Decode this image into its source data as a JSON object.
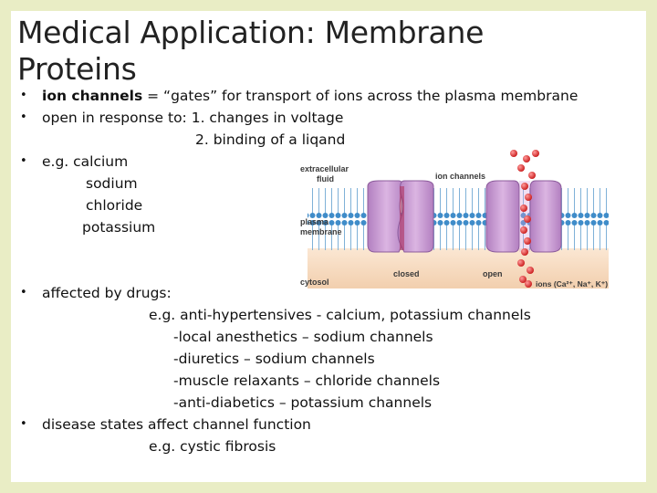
{
  "title": "Medical Application: Membrane Proteins",
  "bullet_char": "•",
  "bullets": {
    "b1_bold": "ion channels",
    "b1_rest": " = “gates” for transport of ions across the plasma membrane",
    "b2": "open in response to: 1. changes in voltage",
    "b2_cont": "2. binding of a liqand",
    "b3": "e.g.   calcium",
    "b3_l2": "sodium",
    "b3_l3": "chloride",
    "b3_l4": "potassium",
    "b4": "affected by drugs:",
    "b4_l1": "e.g. anti-hypertensives - calcium, potassium channels",
    "b4_l2": "-local anesthetics – sodium channels",
    "b4_l3": "-diuretics – sodium channels",
    "b4_l4": "-muscle relaxants – chloride channels",
    "b4_l5": "-anti-diabetics – potassium channels",
    "b5": "disease states affect channel function",
    "b5_l1": "e.g. cystic fibrosis"
  },
  "diagram": {
    "extracellular": [
      "extracellular",
      "fluid"
    ],
    "ion_channels": "ion channels",
    "plasma_membrane": [
      "plasma",
      "membrane"
    ],
    "cytosol": "cytosol",
    "closed": "closed",
    "open": "open",
    "ions_legend": "ions (Ca²⁺, Na⁺, K⁺)"
  },
  "colors": {
    "background": "#e9edc5",
    "membrane_lipid": "#7fb1d8",
    "channel_protein": "#c89ad0",
    "ion": "#d92a2a",
    "cytosol": "#f6dcc4"
  }
}
